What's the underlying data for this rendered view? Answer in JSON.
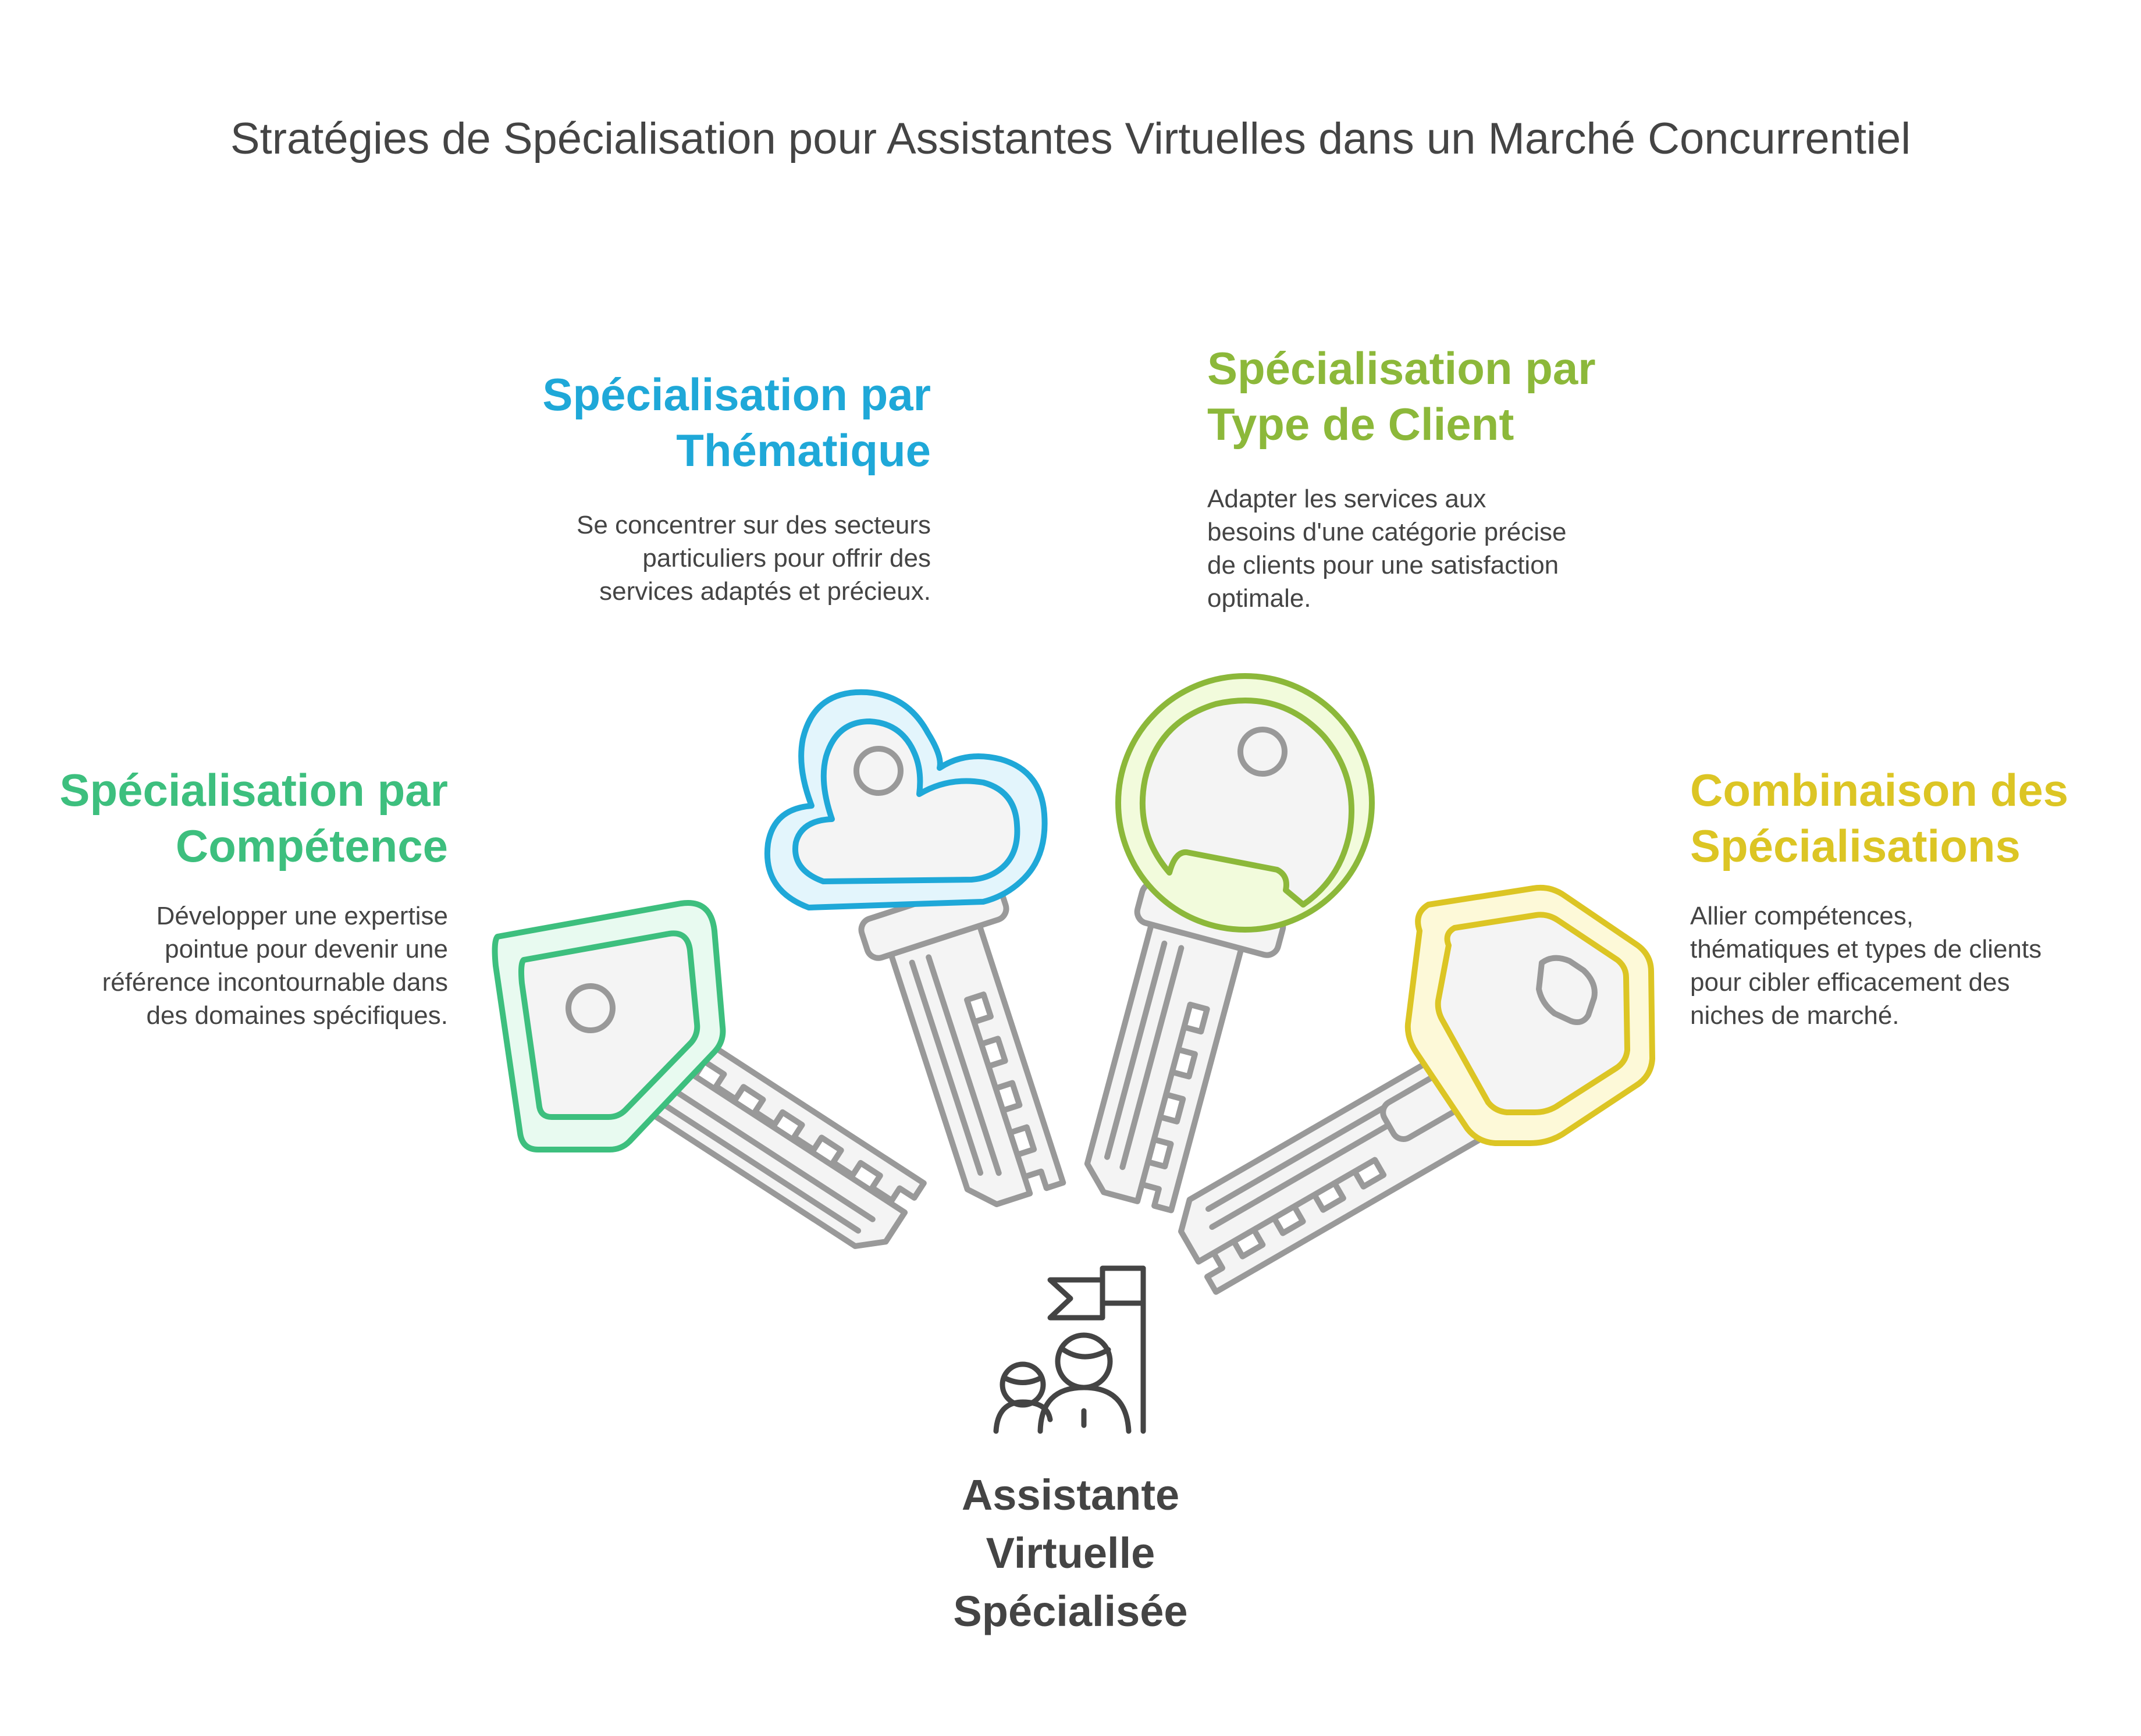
{
  "title": "Stratégies de Spécialisation pour Assistantes Virtuelles dans un Marché Concurrentiel",
  "center": {
    "lines": [
      "Assistante",
      "Virtuelle",
      "Spécialisée"
    ]
  },
  "branches": [
    {
      "id": "competence",
      "heading_lines": [
        "Spécialisation par",
        "Compétence"
      ],
      "description_lines": [
        "Développer une expertise",
        "pointue pour devenir une",
        "référence incontournable dans",
        "des domaines spécifiques."
      ],
      "color": "#3dbf7e",
      "fill": "#e8faf0"
    },
    {
      "id": "thematique",
      "heading_lines": [
        "Spécialisation par",
        "Thématique"
      ],
      "description_lines": [
        "Se concentrer sur des secteurs",
        "particuliers pour offrir des",
        "services adaptés et précieux."
      ],
      "color": "#1fa8d8",
      "fill": "#e3f5fc"
    },
    {
      "id": "client",
      "heading_lines": [
        "Spécialisation par",
        "Type de Client"
      ],
      "description_lines": [
        "Adapter les services aux",
        "besoins d'une catégorie précise",
        "de clients pour une satisfaction",
        "optimale."
      ],
      "color": "#8cb83a",
      "fill": "#f2fbdc"
    },
    {
      "id": "combinaison",
      "heading_lines": [
        "Combinaison des",
        "Spécialisations"
      ],
      "description_lines": [
        "Allier compétences,",
        "thématiques et types de clients",
        "pour cibler efficacement des",
        "niches de marché."
      ],
      "color": "#dcc524",
      "fill": "#fdf9d8"
    }
  ],
  "colors": {
    "title_text": "#444444",
    "key_shaft_stroke": "#999999",
    "key_shaft_fill": "#f4f4f4",
    "icon_stroke": "#444444"
  },
  "icons": {
    "center_icon": "people-with-flag-icon",
    "key_icon": "key-icon"
  }
}
